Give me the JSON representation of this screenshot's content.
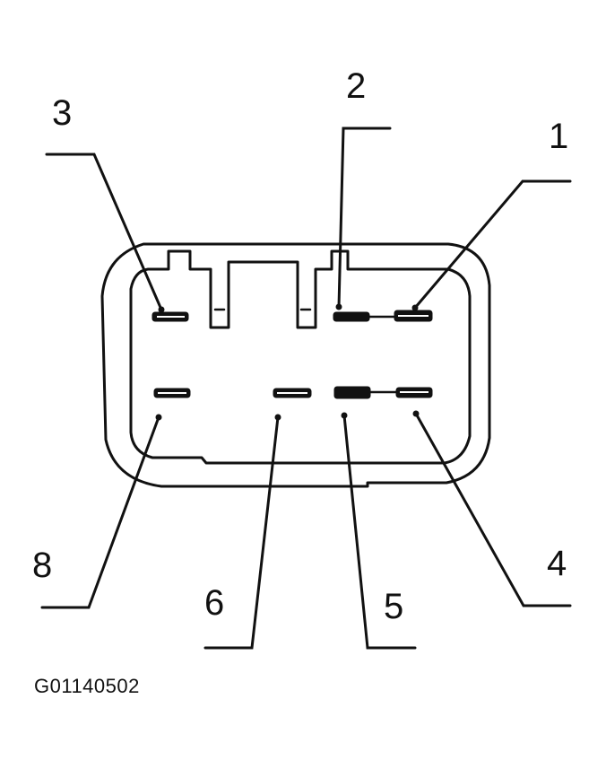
{
  "pins": {
    "p1": "1",
    "p2": "2",
    "p3": "3",
    "p4": "4",
    "p5": "5",
    "p6": "6",
    "p8": "8"
  },
  "figure_id": "G01140502",
  "colors": {
    "ink": "#111111",
    "background": "#ffffff"
  }
}
